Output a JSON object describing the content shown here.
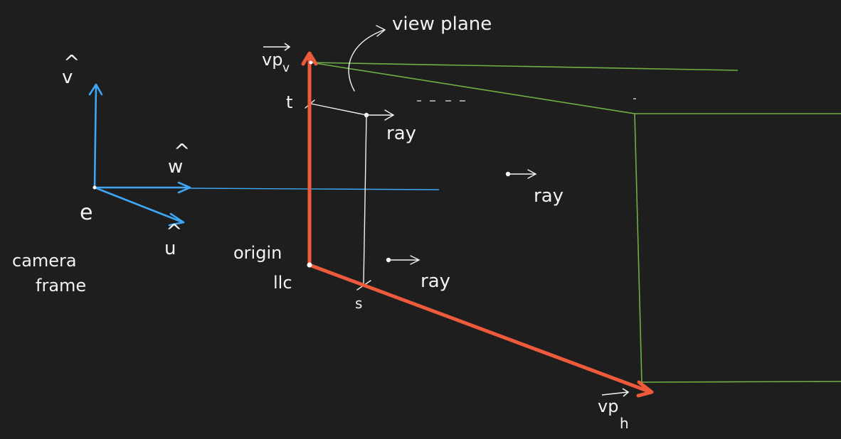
{
  "labels": {
    "view_plane": "view plane",
    "v_hat": "v",
    "w_hat": "w",
    "u_hat": "u",
    "e": "e",
    "camera_frame_line1": "camera",
    "camera_frame_line2": "frame",
    "origin": "origin",
    "llc": "llc",
    "t": "t",
    "s": "s",
    "ray_top": "ray",
    "ray_mid": "ray",
    "ray_bottom": "ray",
    "vp_v": "vp",
    "vp_v_sub": "v",
    "vp_h": "vp",
    "vp_h_sub": "h"
  },
  "colors": {
    "background": "#1f1e1e",
    "camera_axes": "#3ea6f2",
    "view_plane_vectors": "#ee5a3c",
    "frustum": "#6fae44",
    "annotation": "#f2f2f2"
  }
}
